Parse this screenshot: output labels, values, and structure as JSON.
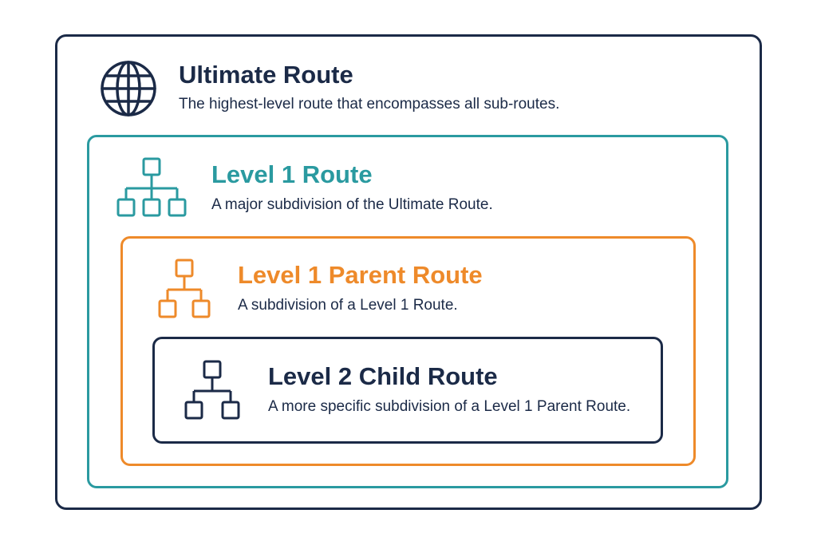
{
  "colors": {
    "navy": "#1b2a47",
    "teal": "#2a9aa0",
    "orange": "#ee8a2a"
  },
  "ultimate": {
    "icon": "globe-icon",
    "title": "Ultimate Route",
    "description": "The highest-level route that encompasses all sub-routes."
  },
  "level1": {
    "icon": "hierarchy-three-children-icon",
    "title": "Level 1 Route",
    "description": "A major subdivision of the Ultimate Route."
  },
  "parent": {
    "icon": "hierarchy-two-children-icon",
    "title": "Level 1 Parent Route",
    "description": "A subdivision of a Level 1 Route."
  },
  "child": {
    "icon": "hierarchy-two-children-icon",
    "title": "Level 2 Child Route",
    "description": "A more specific subdivision of a Level 1 Parent Route."
  }
}
